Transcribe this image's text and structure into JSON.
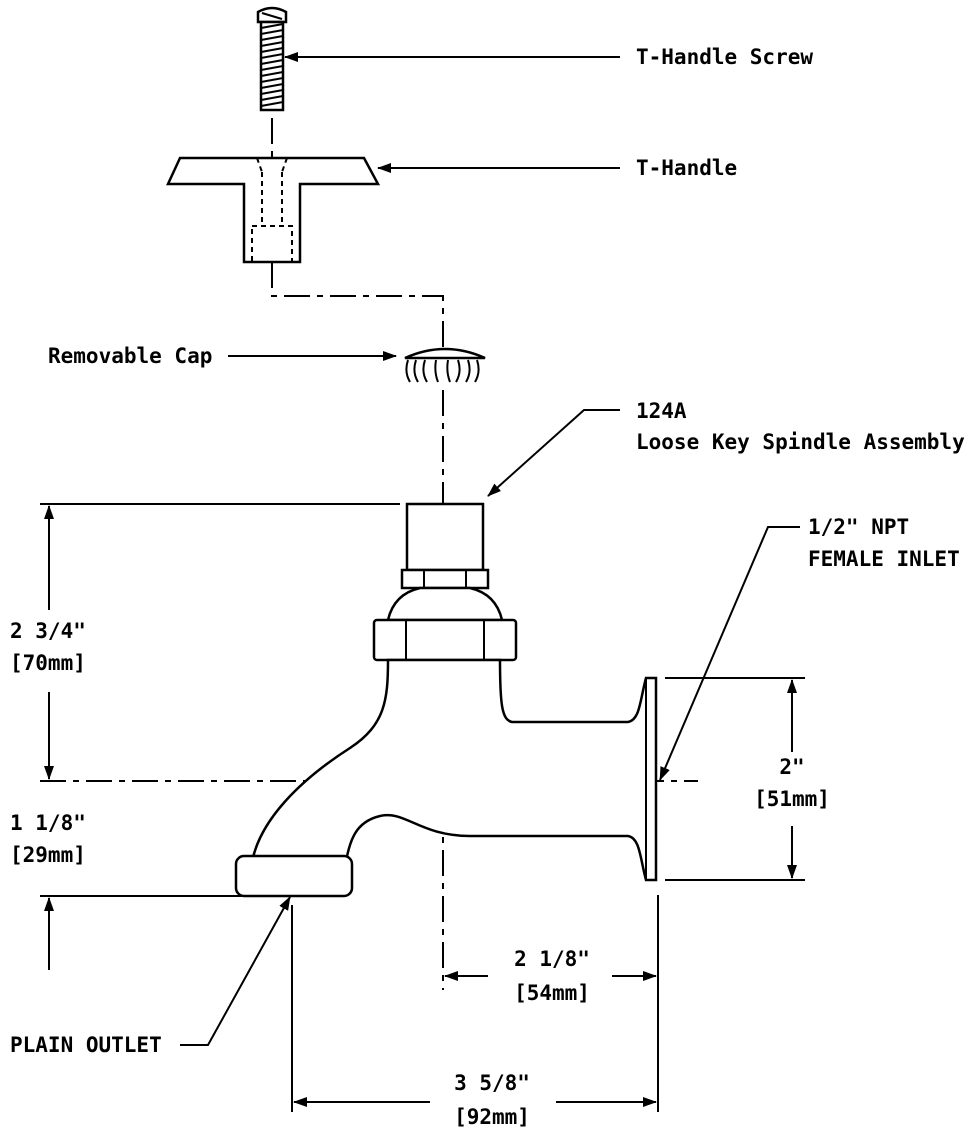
{
  "labels": {
    "t_handle_screw": "T-Handle Screw",
    "t_handle": "T-Handle",
    "removable_cap": "Removable Cap",
    "spindle_model": "124A",
    "spindle_name": "Loose Key Spindle Assembly",
    "inlet_size": "1/2\" NPT",
    "inlet_type": "FEMALE INLET",
    "outlet": "PLAIN OUTLET"
  },
  "dimensions": {
    "height_total": {
      "imperial": "2 3/4\"",
      "metric": "[70mm]"
    },
    "outlet_height": {
      "imperial": "1 1/8\"",
      "metric": "[29mm]"
    },
    "flange_height": {
      "imperial": "2\"",
      "metric": "[51mm]"
    },
    "spindle_to_inlet": {
      "imperial": "2 1/8\"",
      "metric": "[54mm]"
    },
    "outlet_to_inlet": {
      "imperial": "3 5/8\"",
      "metric": "[92mm]"
    }
  }
}
